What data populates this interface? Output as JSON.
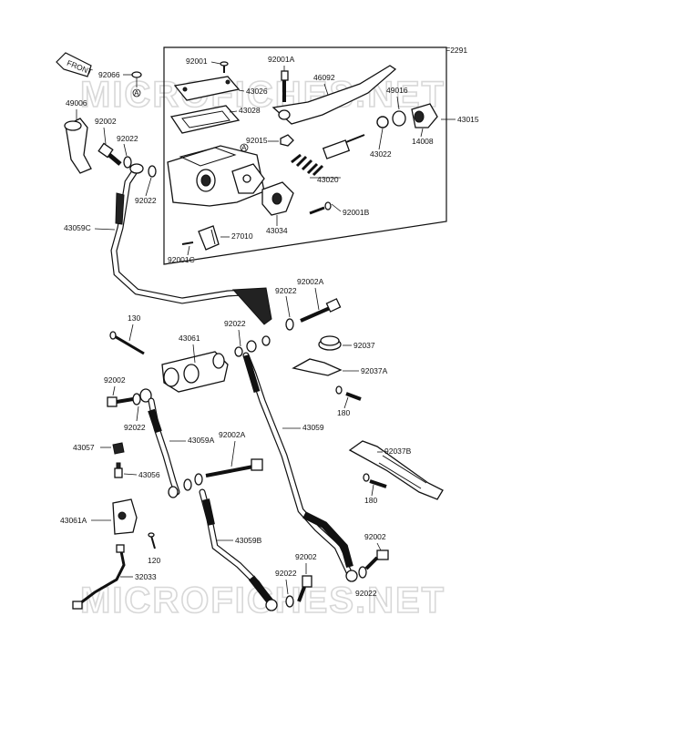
{
  "ref": "F2291",
  "watermark": "MICROFICHES.NET",
  "front_tag": "FRONT",
  "marker": "A",
  "labels": {
    "p92066": "92066",
    "p49006": "49006",
    "p92002_a": "92002",
    "p92022_a": "92022",
    "p92022_b": "92022",
    "p43059C": "43059C",
    "p92001": "92001",
    "p43026": "43026",
    "p43028": "43028",
    "p92001A": "92001A",
    "p46092": "46092",
    "p49016": "49016",
    "p43015": "43015",
    "p14008": "14008",
    "p92015": "92015",
    "p43022": "43022",
    "p43020": "43020",
    "p92001B": "92001B",
    "p43034": "43034",
    "p27010": "27010",
    "p92001C": "92001C",
    "p92002A_a": "92002A",
    "p92022_c": "92022",
    "p92022_d": "92022",
    "p130": "130",
    "p43061": "43061",
    "p92037": "92037",
    "p92037A": "92037A",
    "p92002_b": "92002",
    "p92022_e": "92022",
    "p180_a": "180",
    "p43059": "43059",
    "p43057": "43057",
    "p43059A": "43059A",
    "p92002A_b": "92002A",
    "p92037B": "92037B",
    "p43056": "43056",
    "p180_b": "180",
    "p43061A": "43061A",
    "p43059B": "43059B",
    "p120": "120",
    "p92002_c": "92002",
    "p92002_d": "92002",
    "p32033": "32033",
    "p92022_f": "92022",
    "p92022_g": "92022"
  }
}
